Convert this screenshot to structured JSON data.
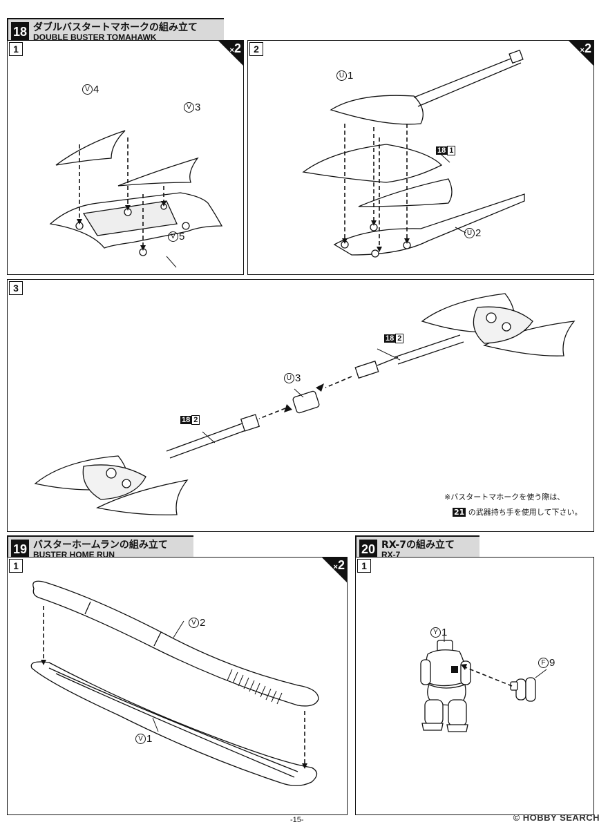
{
  "sections": [
    {
      "number": "18",
      "title_jp": "ダブルバスタートマホークの組み立て",
      "title_en": "DOUBLE BUSTER TOMAHAWK"
    },
    {
      "number": "19",
      "title_jp": "バスターホームランの組み立て",
      "title_en": "BUSTER HOME RUN"
    },
    {
      "number": "20",
      "title_jp": "RX-7の組み立て",
      "title_en": "RX-7"
    }
  ],
  "steps": {
    "s18_1": {
      "number": "1",
      "multiplier_x": "×",
      "multiplier_n": "2"
    },
    "s18_2": {
      "number": "2",
      "multiplier_x": "×",
      "multiplier_n": "2"
    },
    "s18_3": {
      "number": "3"
    },
    "s19_1": {
      "number": "1",
      "multiplier_x": "×",
      "multiplier_n": "2"
    },
    "s20_1": {
      "number": "1"
    }
  },
  "parts": {
    "v4": {
      "letter": "V",
      "num": "4"
    },
    "v3": {
      "letter": "V",
      "num": "3"
    },
    "v5": {
      "letter": "V",
      "num": "5"
    },
    "u1": {
      "letter": "U",
      "num": "1"
    },
    "u2": {
      "letter": "U",
      "num": "2"
    },
    "u3": {
      "letter": "U",
      "num": "3"
    },
    "v2": {
      "letter": "V",
      "num": "2"
    },
    "v1": {
      "letter": "V",
      "num": "1"
    },
    "y1": {
      "letter": "Y",
      "num": "1"
    },
    "f9": {
      "letter": "F",
      "num": "9"
    }
  },
  "refs": {
    "r18_1": {
      "section": "18",
      "step": "1"
    },
    "r18_2a": {
      "section": "18",
      "step": "2"
    },
    "r18_2b": {
      "section": "18",
      "step": "2"
    }
  },
  "note": {
    "line1": "※バスタートマホークを使う際は、",
    "line2_tag": "21",
    "line2_text": " の武器持ち手を使用して下さい。"
  },
  "footer": {
    "page": "-15-"
  },
  "watermark": "© HOBBY SEARCH"
}
